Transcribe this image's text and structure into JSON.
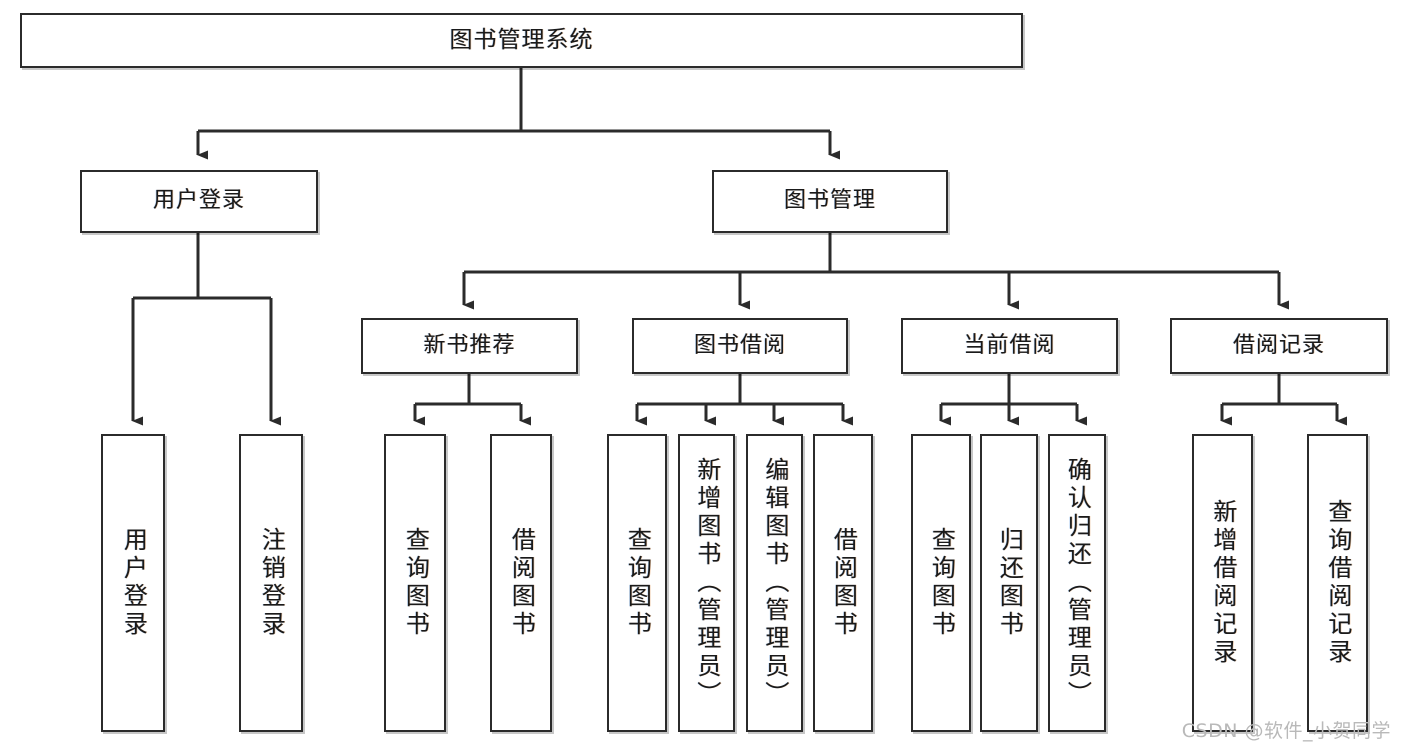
{
  "diagram": {
    "title": "图书管理系统",
    "type": "tree-hierarchy-diagram",
    "watermark": "CSDN @软件_小贺同学",
    "colors": {
      "box_border": "#2b2b2b",
      "box_fill": "#ffffff",
      "connector": "#2b2b2b",
      "text": "#1a1a1a",
      "watermark": "#b9b9b9"
    },
    "levels": {
      "root": {
        "label": "图书管理系统"
      },
      "level2": [
        {
          "id": "user-login",
          "label": "用户登录"
        },
        {
          "id": "book-management",
          "label": "图书管理"
        }
      ],
      "level3": [
        {
          "id": "new-book-recommend",
          "label": "新书推荐",
          "parent": "book-management"
        },
        {
          "id": "book-borrow",
          "label": "图书借阅",
          "parent": "book-management"
        },
        {
          "id": "current-borrow",
          "label": "当前借阅",
          "parent": "book-management"
        },
        {
          "id": "borrow-record",
          "label": "借阅记录",
          "parent": "book-management"
        }
      ],
      "leaves": [
        {
          "id": "leaf-user-login",
          "label": "用户登录",
          "parent": "user-login"
        },
        {
          "id": "leaf-logout",
          "label": "注销登录",
          "parent": "user-login"
        },
        {
          "id": "leaf-query-book-1",
          "label": "查询图书",
          "parent": "new-book-recommend"
        },
        {
          "id": "leaf-borrow-book-1",
          "label": "借阅图书",
          "parent": "new-book-recommend"
        },
        {
          "id": "leaf-query-book-2",
          "label": "查询图书",
          "parent": "book-borrow"
        },
        {
          "id": "leaf-add-book",
          "label": "新增图书（管理员）",
          "parent": "book-borrow"
        },
        {
          "id": "leaf-edit-book",
          "label": "编辑图书（管理员）",
          "parent": "book-borrow"
        },
        {
          "id": "leaf-borrow-book-2",
          "label": "借阅图书",
          "parent": "book-borrow"
        },
        {
          "id": "leaf-query-book-3",
          "label": "查询图书",
          "parent": "current-borrow"
        },
        {
          "id": "leaf-return-book",
          "label": "归还图书",
          "parent": "current-borrow"
        },
        {
          "id": "leaf-confirm-return",
          "label": "确认归还（管理员）",
          "parent": "current-borrow"
        },
        {
          "id": "leaf-add-record",
          "label": "新增借阅记录",
          "parent": "borrow-record"
        },
        {
          "id": "leaf-query-record",
          "label": "查询借阅记录",
          "parent": "borrow-record"
        }
      ]
    }
  }
}
